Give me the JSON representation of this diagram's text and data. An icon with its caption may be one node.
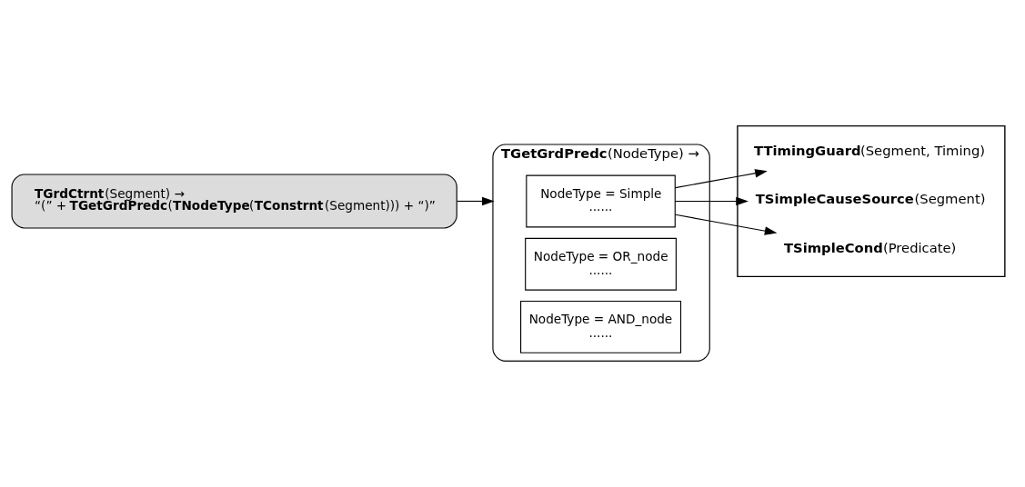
{
  "diagram": {
    "nodes": [
      {
        "text": [
          "**TGrdCtrnt**(Segment) →",
          "“(” + **TGetGrdPredc**(**TNodeType**(**TConstrnt**(Segment))) + “)”"
        ]
      },
      {
        "text": [
          "**TGetGrdPredc**(NodeType) →"
        ]
      },
      {
        "text": [
          "NodeType = Simple",
          "......"
        ],
        "in": 1
      },
      {
        "text": [
          "NodeType = OR_node",
          "......"
        ],
        "in": 1
      },
      {
        "text": [
          "NodeType = AND_node",
          "......"
        ],
        "in": 1
      },
      {
        "text": [],
        "shape": "box"
      },
      {
        "text": [
          "**TTimingGuard**(Segment, Timing)"
        ],
        "in": 5
      },
      {
        "text": [
          "**TSimpleCauseSource**(Segment)"
        ],
        "in": 5
      },
      {
        "text": [
          "**TSimpleCond**(Predicate)"
        ],
        "in": 5
      }
    ],
    "edges": [
      {
        "from": 0,
        "to": 1,
        "arrow": "to"
      },
      {
        "from": 2,
        "to": 6,
        "arrow": "to"
      },
      {
        "from": 2,
        "to": 7,
        "arrow": "to"
      },
      {
        "from": 2,
        "to": 8,
        "arrow": "to"
      }
    ]
  }
}
